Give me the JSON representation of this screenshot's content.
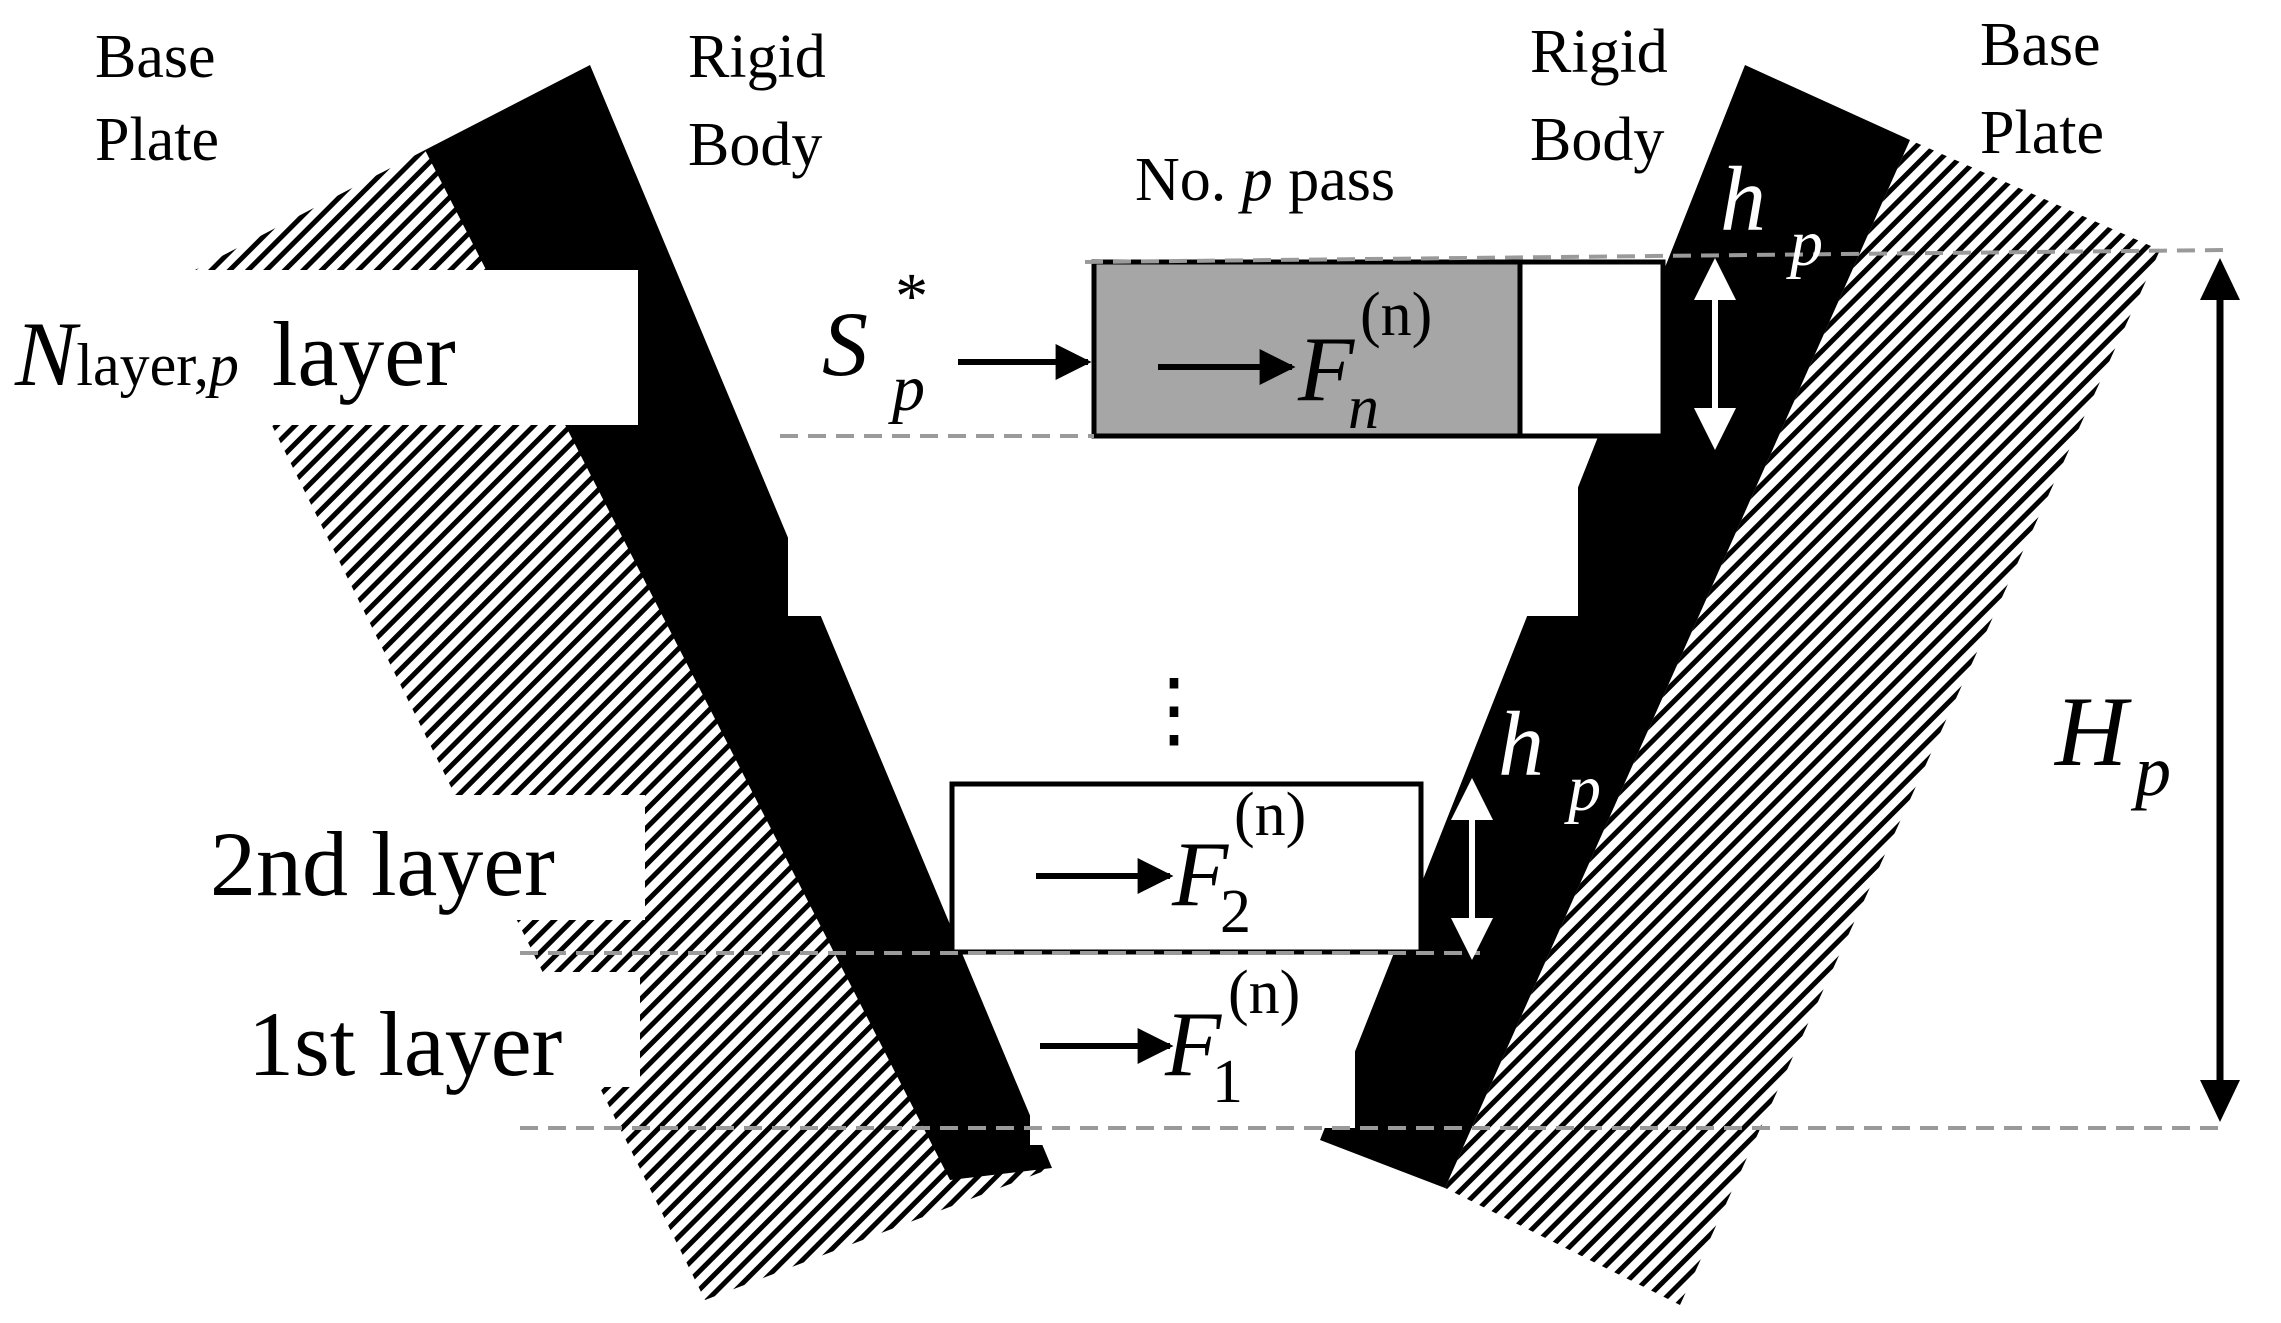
{
  "labels": {
    "base_plate_left": [
      "Base",
      "Plate"
    ],
    "rigid_body_left": [
      "Rigid",
      "Body"
    ],
    "rigid_body_right": [
      "Rigid",
      "Body"
    ],
    "base_plate_right": [
      "Base",
      "Plate"
    ],
    "pass": {
      "pre": "No. ",
      "var": "p",
      "post": " pass"
    },
    "layer_n": {
      "var": "N",
      "sub": "layer,",
      "sub_var": "p",
      "post": " layer"
    },
    "layer_2": "2nd layer",
    "layer_1": "1st layer",
    "speed": {
      "var": "S",
      "sup": "*",
      "sub": "p"
    },
    "force_n": {
      "var": "F",
      "sup": "(n)",
      "sub": "n"
    },
    "force_2": {
      "var": "F",
      "sup": "(n)",
      "sub": "2"
    },
    "force_1": {
      "var": "F",
      "sup": "(n)",
      "sub": "1"
    },
    "layer_height_top": {
      "var": "h",
      "sub": "p"
    },
    "layer_height_mid": {
      "var": "h",
      "sub": "p"
    },
    "total_height": {
      "var": "H",
      "sub": "p"
    },
    "dots": "⋮"
  },
  "colors": {
    "rigid_body": "#000000",
    "active_pass": "#a6a6a6",
    "layer_fill": "#ffffff",
    "guide_line": "#9a9a9a"
  }
}
